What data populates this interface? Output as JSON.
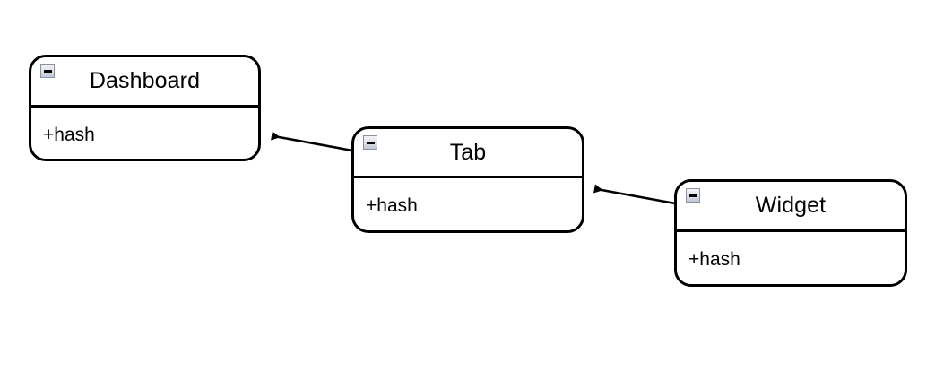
{
  "diagram": {
    "type": "uml-class-diagram",
    "background_color": "#ffffff",
    "stroke_color": "#000000",
    "text_color": "#000000",
    "icon": {
      "name": "collapse-minus-icon",
      "border_color": "#8b91a9",
      "fill_color": "#e3e5ec",
      "bar_color": "#000000"
    },
    "nodes": [
      {
        "id": "dashboard",
        "title": "Dashboard",
        "attributes": [
          "+hash"
        ],
        "collapse_icon": "collapse-minus-icon"
      },
      {
        "id": "tab",
        "title": "Tab",
        "attributes": [
          "+hash"
        ],
        "collapse_icon": "collapse-minus-icon"
      },
      {
        "id": "widget",
        "title": "Widget",
        "attributes": [
          "+hash"
        ],
        "collapse_icon": "collapse-minus-icon"
      }
    ],
    "edges": [
      {
        "id": "tab-to-dashboard",
        "from": "tab",
        "to": "dashboard",
        "arrowhead": "solid-triangle",
        "label": ""
      },
      {
        "id": "widget-to-tab",
        "from": "widget",
        "to": "tab",
        "arrowhead": "solid-triangle",
        "label": ""
      }
    ]
  }
}
